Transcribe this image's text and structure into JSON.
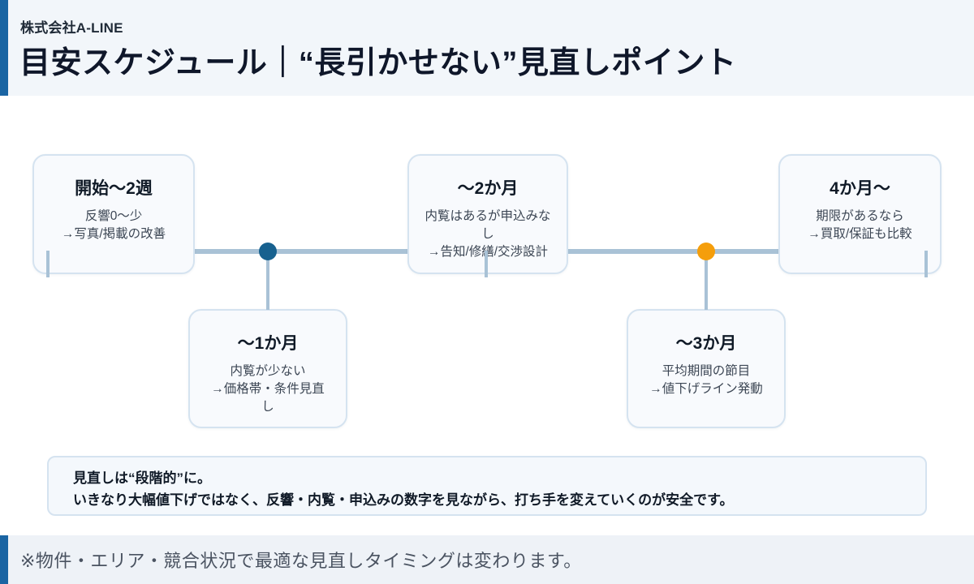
{
  "header": {
    "company": "株式会社A-LINE",
    "title": "目安スケジュール｜“長引かせない”見直しポイント"
  },
  "timeline": {
    "milestones": [
      {
        "title": "開始〜2週",
        "body": "反響0〜少\n→写真/掲載の改善",
        "row": "top"
      },
      {
        "title": "〜1か月",
        "body": "内覧が少ない\n→価格帯・条件見直\nし",
        "row": "bottom"
      },
      {
        "title": "〜2か月",
        "body": "内覧はあるが申込みな\nし\n→告知/修繕/交渉設計",
        "row": "top"
      },
      {
        "title": "〜3か月",
        "body": "平均期間の節目\n→値下げライン発動",
        "row": "bottom"
      },
      {
        "title": "4か月〜",
        "body": "期限があるなら\n→買取/保証も比較",
        "row": "top"
      }
    ],
    "colors": {
      "line": "#a9c2d6",
      "dot_blue": "#17618f",
      "dot_orange": "#f59e0b",
      "accent_border": "#1a65a3"
    }
  },
  "note": {
    "line1": "見直しは“段階的”に。",
    "line2": "いきなり大幅値下げではなく、反響・内覧・申込みの数字を見ながら、打ち手を変えていくのが安全です。"
  },
  "footer": {
    "text": "※物件・エリア・競合状況で最適な見直しタイミングは変わります。"
  }
}
